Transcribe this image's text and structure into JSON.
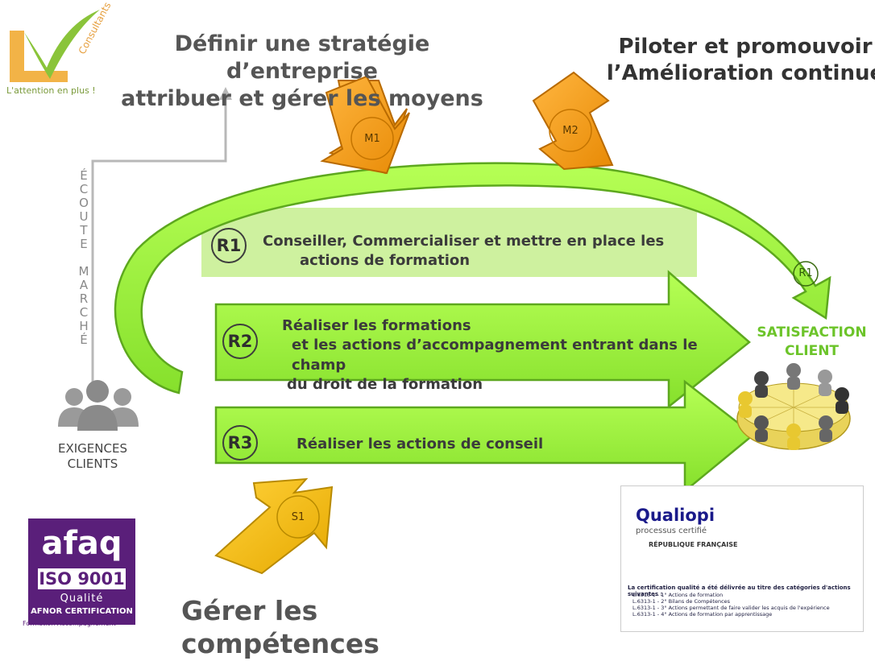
{
  "logo": {
    "tagline": "L'attention en plus !",
    "brand": "Consultants"
  },
  "titles": {
    "left_line1": "Définir une stratégie d’entreprise",
    "left_line2": "attribuer  et gérer les moyens",
    "right_line1": "Piloter et promouvoir",
    "right_line2": "l’Amélioration continue",
    "bottom": "Gérer les compétences"
  },
  "arrows": {
    "m1": "M1",
    "m2": "M2",
    "s1": "S1",
    "r1_end": "R1"
  },
  "processes": [
    {
      "code": "R1",
      "line1": "Conseiller, Commercialiser et mettre en place les",
      "line2": "actions de formation"
    },
    {
      "code": "R2",
      "line1": "Réaliser les formations",
      "line2": "et les actions d’accompagnement entrant dans le champ",
      "line3": "du droit de la formation"
    },
    {
      "code": "R3",
      "line1": "Réaliser les actions de conseil"
    }
  ],
  "market_listening": [
    "É",
    "C",
    "O",
    "U",
    "T",
    "E",
    "",
    "M",
    "A",
    "R",
    "C",
    "H",
    "É"
  ],
  "client_requirements": {
    "line1": "EXIGENCES",
    "line2": "CLIENTS"
  },
  "satisfaction": {
    "line1": "SATISFACTION",
    "line2": "CLIENT"
  },
  "afaq": {
    "logo": "afaq",
    "iso": "ISO 9001",
    "quality": "Qualité",
    "cert": "AFNOR CERTIFICATION",
    "scope": "Formation Accompagnement"
  },
  "qualiopi": {
    "logo": "Qualiopi",
    "subtitle": "processus certifié",
    "republic": "RÉPUBLIQUE FRANÇAISE",
    "intro": "La certification qualité a été délivrée au titre des catégories d'actions suivantes :",
    "items": [
      "L.6313-1 - 1° Actions de formation",
      "L.6313-1 - 2° Bilans de Compétences",
      "L.6313-1 - 3° Actions permettant de faire valider les acquis de l'expérience",
      "L.6313-1 - 4° Actions de formation par apprentissage"
    ]
  },
  "colors": {
    "green": "#9aef3a",
    "green_dark": "#5da81e",
    "orange": "#f29a12",
    "gold": "#f0b90d",
    "purple": "#5a1f7a"
  }
}
